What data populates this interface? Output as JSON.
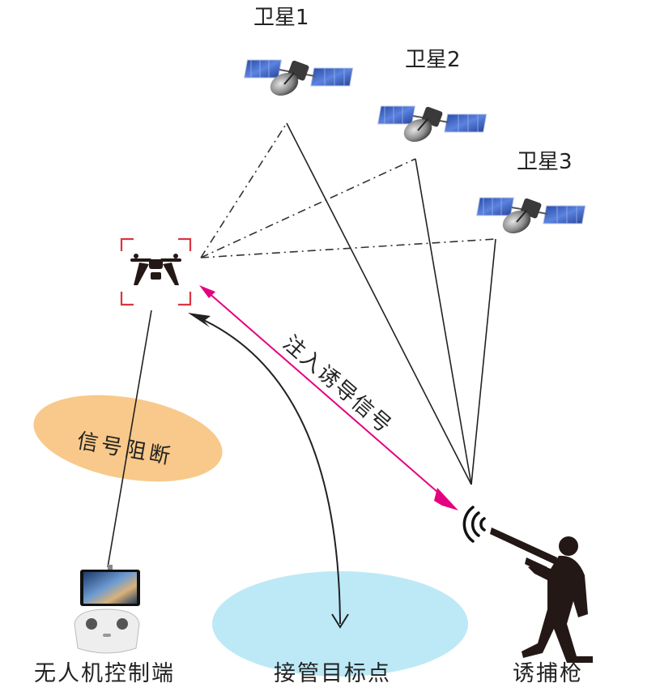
{
  "satellites": [
    {
      "label": "卫星1"
    },
    {
      "label": "卫星2"
    },
    {
      "label": "卫星3"
    }
  ],
  "labels": {
    "injection": "注入诱导信号",
    "blocking": "信号阻断",
    "controller": "无人机控制端",
    "target": "接管目标点",
    "gun": "诱捕枪"
  },
  "colors": {
    "injection_arrow": "#e5007f",
    "drone_frame": "#d9363e",
    "blocking_ellipse": "#f8c98a",
    "target_ellipse": "#bde9f7",
    "solar_panel": "#3a5fc4",
    "silhouette": "#231815"
  },
  "icons": [
    "satellite-icon",
    "drone-icon",
    "remote-controller-icon",
    "signal-waves-icon",
    "person-with-gun-icon"
  ]
}
